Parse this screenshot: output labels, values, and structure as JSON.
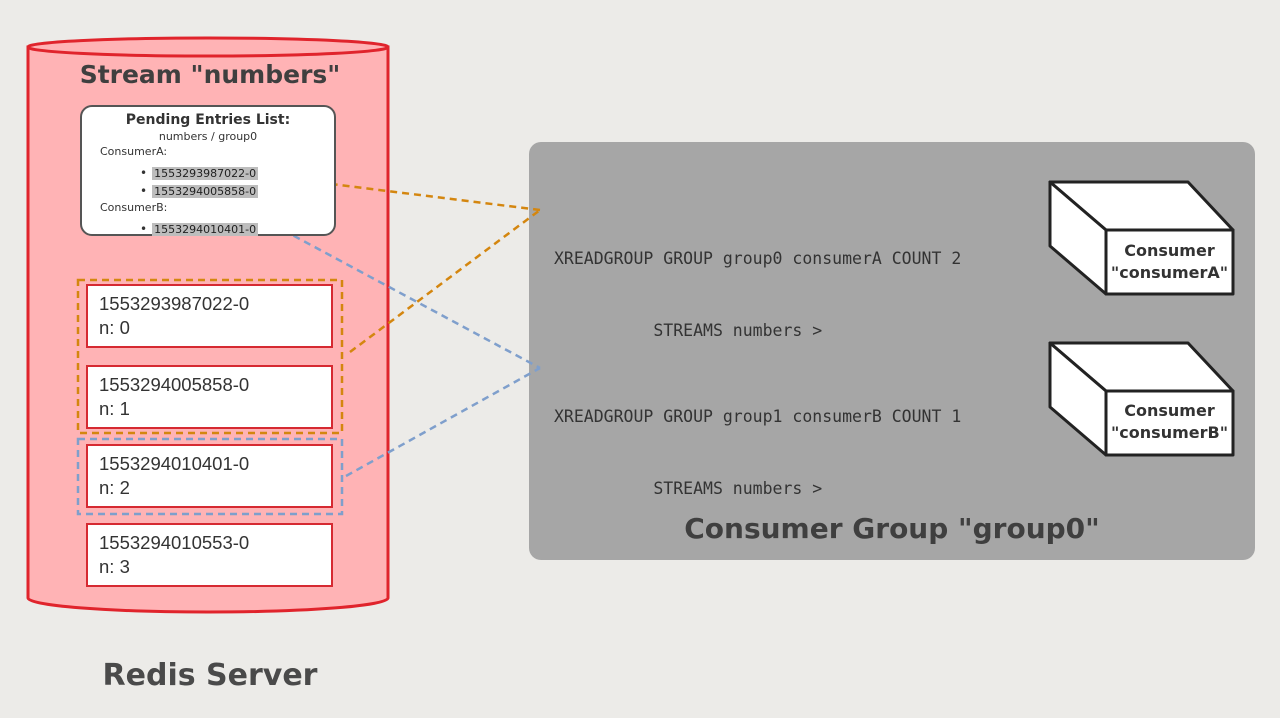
{
  "stream": {
    "title": "Stream \"numbers\"",
    "pel": {
      "title": "Pending Entries List:",
      "subtitle": "numbers / group0",
      "consumers": [
        {
          "name": "ConsumerA:",
          "ids": [
            "1553293987022-0",
            "1553294005858-0"
          ]
        },
        {
          "name": "ConsumerB:",
          "ids": [
            "1553294010401-0"
          ]
        }
      ]
    },
    "entries": [
      {
        "id": "1553293987022-0",
        "value": "n: 0"
      },
      {
        "id": "1553294005858-0",
        "value": "n: 1"
      },
      {
        "id": "1553294010401-0",
        "value": "n: 2"
      },
      {
        "id": "1553294010553-0",
        "value": "n: 3"
      }
    ]
  },
  "group": {
    "title": "Consumer Group \"group0\"",
    "commands": [
      {
        "line1": "XREADGROUP GROUP group0 consumerA COUNT 2",
        "line2": "          STREAMS numbers >"
      },
      {
        "line1": "XREADGROUP GROUP group1 consumerB COUNT 1",
        "line2": "          STREAMS numbers >"
      }
    ],
    "consumers": [
      {
        "line1": "Consumer",
        "line2": "\"consumerA\""
      },
      {
        "line1": "Consumer",
        "line2": "\"consumerB\""
      }
    ]
  },
  "server": {
    "title": "Redis Server"
  },
  "colors": {
    "cylinder_fill": "#ffb3b5",
    "cylinder_stroke": "#e0242c",
    "group_panel": "#a6a6a6",
    "consumer_a_line": "#d4860f",
    "consumer_b_line": "#7f9fcc"
  }
}
